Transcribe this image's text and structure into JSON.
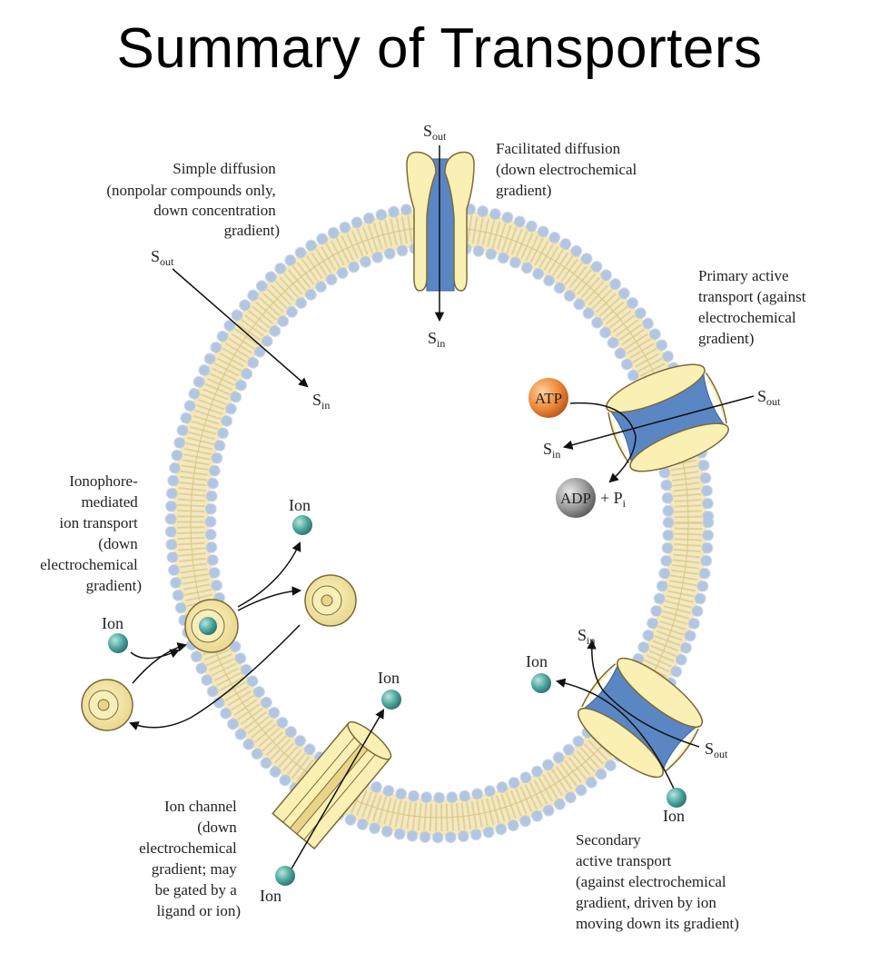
{
  "title": "Summary of Transporters",
  "colors": {
    "membrane_fill": "#f3e8bf",
    "head_fill": "#c7d7ef",
    "head_stroke": "#8ea6c8",
    "protein_fill": "#fbf0b4",
    "protein_stroke": "#7a6a3a",
    "channel_blue": "#5b86c4",
    "ion_teal": "#4aa39a",
    "atp_orange": "#ee8a3a",
    "adp_gray": "#8c8c8c"
  },
  "labels": {
    "simple_diffusion": [
      "Simple diffusion",
      "(nonpolar compounds only,",
      "down concentration",
      "gradient)"
    ],
    "facilitated_diffusion": [
      "Facilitated diffusion",
      "(down electrochemical",
      "gradient)"
    ],
    "primary_active": [
      "Primary active",
      "transport (against",
      "electrochemical",
      "gradient)"
    ],
    "ionophore": [
      "Ionophore-",
      "mediated",
      "ion transport",
      "(down",
      "electrochemical",
      "gradient)"
    ],
    "ion_channel": [
      "Ion channel",
      "(down",
      "electrochemical",
      "gradient; may",
      "be gated by a",
      "ligand or ion)"
    ],
    "secondary_active": [
      "Secondary",
      "active transport",
      "(against electrochemical",
      "gradient, driven by ion",
      "moving down its gradient)"
    ]
  },
  "symbols": {
    "s": "S",
    "sub_out": "out",
    "sub_in": "in",
    "ion": "Ion",
    "atp": "ATP",
    "adp": "ADP",
    "plus_p": "+ P",
    "sub_i": "i"
  },
  "icons": [
    "lipid-bilayer-membrane",
    "facilitated-channel-protein",
    "primary-pump-protein",
    "secondary-transporter-protein",
    "ion-channel-protein",
    "ionophore-ring",
    "ion-ball",
    "atp-ball",
    "adp-ball"
  ]
}
